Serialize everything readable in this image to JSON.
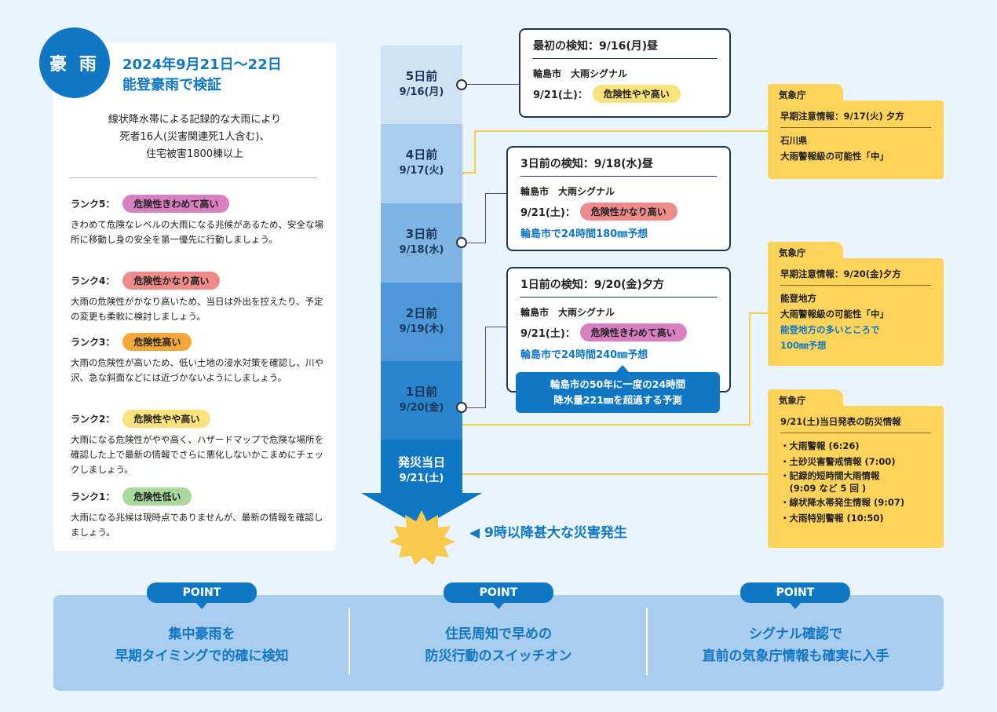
{
  "left": {
    "badge": "豪 雨",
    "title_line1": "2024年9月21日〜22日",
    "title_line2": "能登豪雨で検証",
    "desc": [
      "線状降水帯による記録的な大雨により",
      "死者16人(災害関連死1人含む)、",
      "住宅被害1800棟以上"
    ],
    "ranks": [
      {
        "label": "ランク5：",
        "pill": "危険性きわめて高い",
        "color": "#d77fc0",
        "text": "きわめて危険なレベルの大雨になる兆候があるため、安全な場所に移動し身の安全を第一優先に行動しましょう。"
      },
      {
        "label": "ランク4：",
        "pill": "危険性かなり高い",
        "color": "#f08b8b",
        "text": "大雨の危険性がかなり高いため、当日は外出を控えたり、予定の変更も柔軟に検討しましょう。"
      },
      {
        "label": "ランク3：",
        "pill": "危険性高い",
        "color": "#f5a83a",
        "text": "大雨の危険性が高いため、低い土地の浸水対策を確認し、川や沢、急な斜面などには近づかないようにしましょう。"
      },
      {
        "label": "ランク2：",
        "pill": "危険性やや高い",
        "color": "#fbe27a",
        "text": "大雨になる危険性がやや高く、ハザードマップで危険な場所を確認した上で最新の情報でさらに悪化しないかこまめにチェックしましょう。"
      },
      {
        "label": "ランク1：",
        "pill": "危険性低い",
        "color": "#a8d89a",
        "text": "大雨になる兆候は現時点でありませんが、最新の情報を確認しましょう。"
      }
    ]
  },
  "timeline": [
    {
      "d1": "5日前",
      "d2": "9/16(月)",
      "color": "#cfe3f5",
      "text": "#1d3557"
    },
    {
      "d1": "4日前",
      "d2": "9/17(火)",
      "color": "#a9cdee",
      "text": "#1d3557"
    },
    {
      "d1": "3日前",
      "d2": "9/18(水)",
      "color": "#7db4e4",
      "text": "#1d3557"
    },
    {
      "d1": "2日前",
      "d2": "9/19(木)",
      "color": "#4d98d9",
      "text": "#1d3557"
    },
    {
      "d1": "1日前",
      "d2": "9/20(金)",
      "color": "#2a85cf",
      "text": "#1d3557"
    },
    {
      "d1": "発災当日",
      "d2": "9/21(土)",
      "color": "#1077c5",
      "text": "#ffffff"
    }
  ],
  "disaster": "◀ 9時以降甚大な災害発生",
  "boxes": {
    "b1": {
      "h": "最初の検知：9/16(月)昼",
      "s": "輪島市　大雨シグナル",
      "r": "9/21(土)：",
      "pill": "危険性やや高い",
      "pill_color": "#fbe27a"
    },
    "b2": {
      "h": "3日前の検知：9/18(水)昼",
      "s": "輪島市　大雨シグナル",
      "r": "9/21(土)：",
      "pill": "危険性かなり高い",
      "pill_color": "#f08b8b",
      "f": "輪島市で24時間180㎜予想"
    },
    "b3": {
      "h": "1日前の検知：9/20(金)夕方",
      "s": "輪島市　大雨シグナル",
      "r": "9/21(土)：",
      "pill": "危険性きわめて高い",
      "pill_color": "#d77fc0",
      "f": "輪島市で24時間240㎜予想"
    },
    "callout": [
      "輪島市の50年に一度の24時間",
      "降水量221㎜を超過する予測"
    ]
  },
  "jma": {
    "j1": {
      "tab": "気象庁",
      "head": "早期注意情報：9/17(火) 夕方",
      "l1": "石川県",
      "l2": "大雨警報級の可能性「中」"
    },
    "j2": {
      "tab": "気象庁",
      "head": "早期注意情報：9/20(金)夕方",
      "l1": "能登地方",
      "l2": "大雨警報級の可能性「中」",
      "b1": "能登地方の多いところで",
      "b2": "100㎜予想"
    },
    "j3": {
      "tab": "気象庁",
      "head": "9/21(土)当日発表の防災情報",
      "items": [
        "・大雨警報 (6:26)",
        "・土砂災害警戒情報 (7:00)",
        "・記録的短時間大雨情報",
        "　(9:09 など 5 回 )",
        "・線状降水帯発生情報 (9:07)",
        "・大雨特別警報 (10:50)"
      ]
    }
  },
  "points": [
    {
      "tab": "POINT",
      "l1": "集中豪雨を",
      "l2": "早期タイミングで的確に検知"
    },
    {
      "tab": "POINT",
      "l1": "住民周知で早めの",
      "l2": "防災行動のスイッチオン"
    },
    {
      "tab": "POINT",
      "l1": "シグナル確認で",
      "l2": "直前の気象庁情報も確実に入手"
    }
  ]
}
